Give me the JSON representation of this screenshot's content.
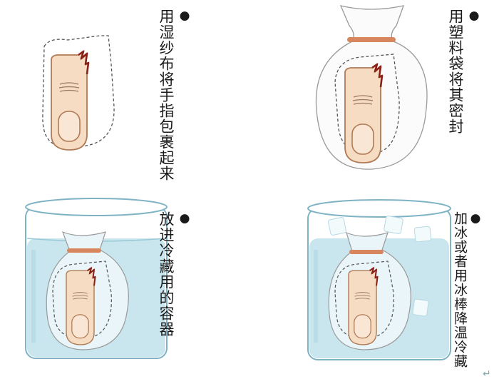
{
  "steps": [
    {
      "text": "用湿纱布将手指包裹起来"
    },
    {
      "text": "用塑料袋将其密封"
    },
    {
      "text": "放进冷藏用的容器"
    },
    {
      "text": "加冰或者用冰棒降温冷藏"
    }
  ],
  "bullet": "●",
  "return_mark": "↵",
  "colors": {
    "skin": "#f6dcc2",
    "skin_outline": "#b07a55",
    "cut": "#8a1f16",
    "band": "#d7865e",
    "water": "#c9e6ef",
    "glass": "#7fb3c4",
    "bag": "#9a9a9a",
    "gauze": "#555555"
  }
}
